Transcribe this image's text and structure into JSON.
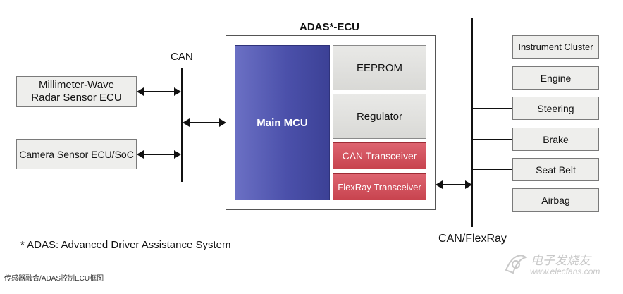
{
  "ecu": {
    "title": "ADAS*-ECU",
    "main_mcu": "Main MCU",
    "eeprom": "EEPROM",
    "regulator": "Regulator",
    "can_transceiver": "CAN Transceiver",
    "flexray_transceiver": "FlexRay Transceiver"
  },
  "left": {
    "bus_label": "CAN",
    "radar_line1": "Millimeter-Wave",
    "radar_line2": "Radar Sensor ECU",
    "camera": "Camera Sensor ECU/SoC"
  },
  "right": {
    "bus_label": "CAN/FlexRay",
    "nodes": [
      "Instrument Cluster",
      "Engine",
      "Steering",
      "Brake",
      "Seat Belt",
      "Airbag"
    ]
  },
  "footnote": "* ADAS: Advanced Driver Assistance System",
  "caption": "传感器融合/ADAS控制ECU框图",
  "watermark": {
    "name": "电子发烧友",
    "url": "www.elecfans.com"
  },
  "colors": {
    "main_mcu": "#4a4fa8",
    "transceiver": "#d4525e",
    "box_fill": "#eeeeec"
  }
}
